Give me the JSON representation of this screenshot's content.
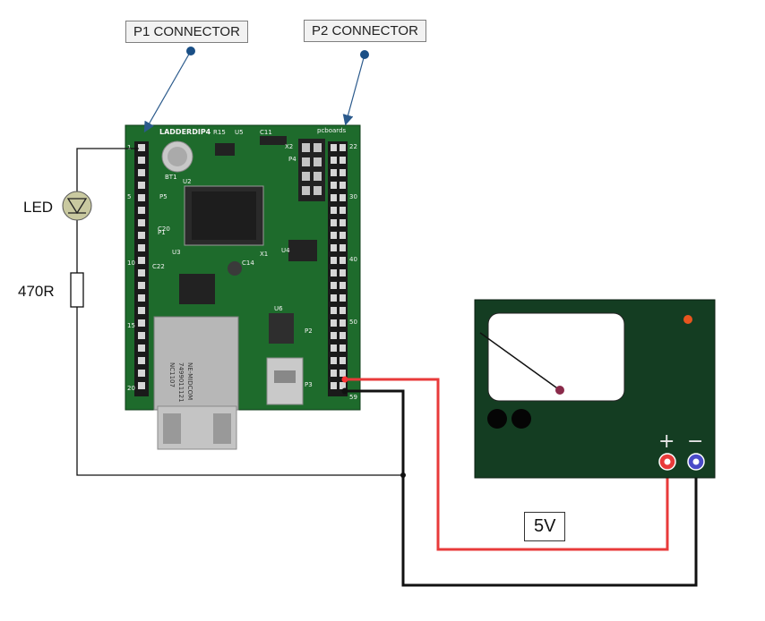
{
  "callouts": {
    "p1_connector": "P1 CONNECTOR",
    "p2_connector": "P2 CONNECTOR"
  },
  "components": {
    "led_label": "LED",
    "resistor_label": "470R"
  },
  "power_supply": {
    "voltage_label": "5V",
    "plus_symbol": "+",
    "minus_symbol": "−",
    "needle_reading_fraction": 0.1
  },
  "board": {
    "name_silk": "LADDERDIP4",
    "corner_silk": "pcboards",
    "chip_labels": [
      "U2",
      "U3",
      "U4",
      "U5",
      "U6",
      "BT1",
      "X1",
      "X2",
      "P1",
      "P2",
      "P3",
      "P4",
      "P5",
      "R15",
      "C11",
      "C14",
      "C20",
      "C22"
    ],
    "pin_numbers_p1": [
      "1",
      "5",
      "10",
      "15",
      "20"
    ],
    "pin_numbers_p2": [
      "22",
      "30",
      "40",
      "50",
      "59"
    ],
    "ethernet_text": [
      "NE-MIDCOM",
      "7499011121",
      "NC1107"
    ]
  },
  "colors": {
    "pcb_green": "#1e6b2c",
    "supply_body": "#143d22",
    "wire_red": "#e83a3a",
    "wire_black": "#111111",
    "led_fill": "#c9c9a0"
  }
}
